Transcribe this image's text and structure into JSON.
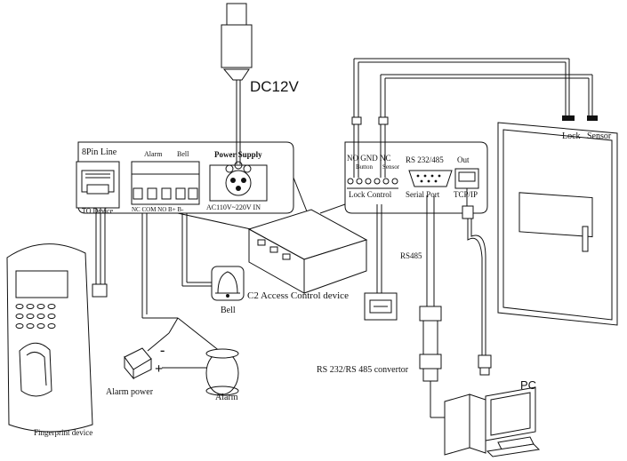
{
  "labels": {
    "dc12v": "DC12V",
    "eight_pin_line": "8Pin Line",
    "to_device": "TO Device",
    "alarm": "Alarm",
    "bell": "Bell",
    "power_supply": "Power Supply",
    "terminals_alarm_bell": "NC COM NO   B+ B-",
    "ac_in": "AC110V~220V IN",
    "no_gnd_nc": "NO  GND  NC",
    "button": "Button",
    "sensor": "Sensor",
    "lock_control": "Lock Control",
    "rs232_485": "RS 232/485",
    "out": "Out",
    "serial_port": "Serial Port",
    "tcp_ip": "TCP/IP",
    "c2_device": "C2 Access Control device",
    "bell_device": "Bell",
    "alarm_power": "Alarm power",
    "alarm_device": "Alarm",
    "fingerprint_device": "Fingerprint device",
    "rs485": "RS485",
    "convertor": "RS 232/RS 485 convertor",
    "pc": "PC",
    "door_lock": "Lock",
    "door_sensor": "Sensor",
    "minus": "-",
    "plus": "+"
  }
}
